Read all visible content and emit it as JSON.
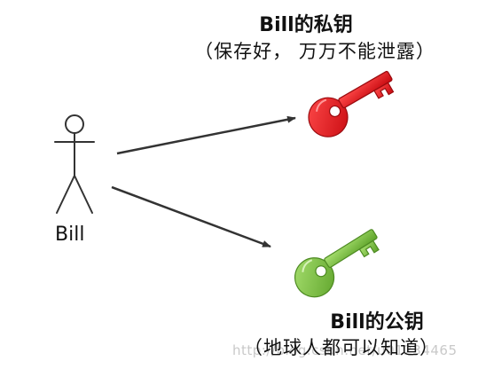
{
  "private_key": {
    "title": "Bill的私钥",
    "subtitle": "（保存好， 万万不能泄露）",
    "color": "#e8141b"
  },
  "public_key": {
    "title": "Bill的公钥",
    "subtitle": "（地球人都可以知道）",
    "color": "#79c041"
  },
  "person": {
    "label": "Bill"
  },
  "watermark": "http://blog.csdn.net/u01234465",
  "icons": {
    "person": "stick-figure-icon",
    "private_key": "red-key-icon",
    "public_key": "green-key-icon"
  }
}
